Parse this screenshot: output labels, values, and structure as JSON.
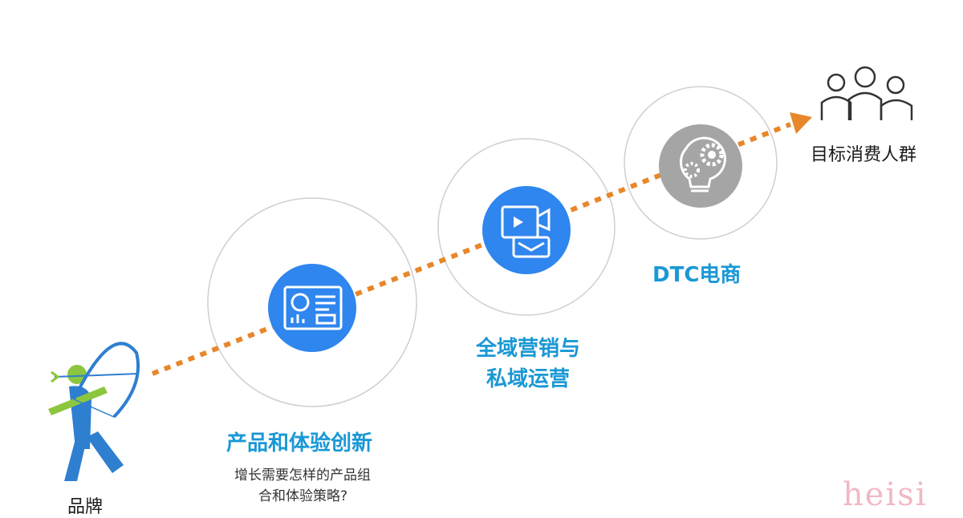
{
  "brand_label": "品牌",
  "target_label": "目标消费人群",
  "stages": [
    {
      "title": "产品和体验创新",
      "icon": "dashboard-icon"
    },
    {
      "title_line1": "全域营销与",
      "title_line2": "私域运营",
      "icon": "marketing-media-icon"
    },
    {
      "title": "DTC电商",
      "icon": "gear-bulb-icon"
    }
  ],
  "stage1_subtitle_line1": "增长需要怎样的产品组",
  "stage1_subtitle_line2": "合和体验策略?",
  "watermark": "heisi",
  "colors": {
    "accent_blue": "#2f86ee",
    "label_blue": "#1a98d5",
    "path_orange": "#e8862a",
    "archer_green": "#8cc63f",
    "archer_blue": "#2e7fd0",
    "gear_gray": "#a5a5a5"
  }
}
